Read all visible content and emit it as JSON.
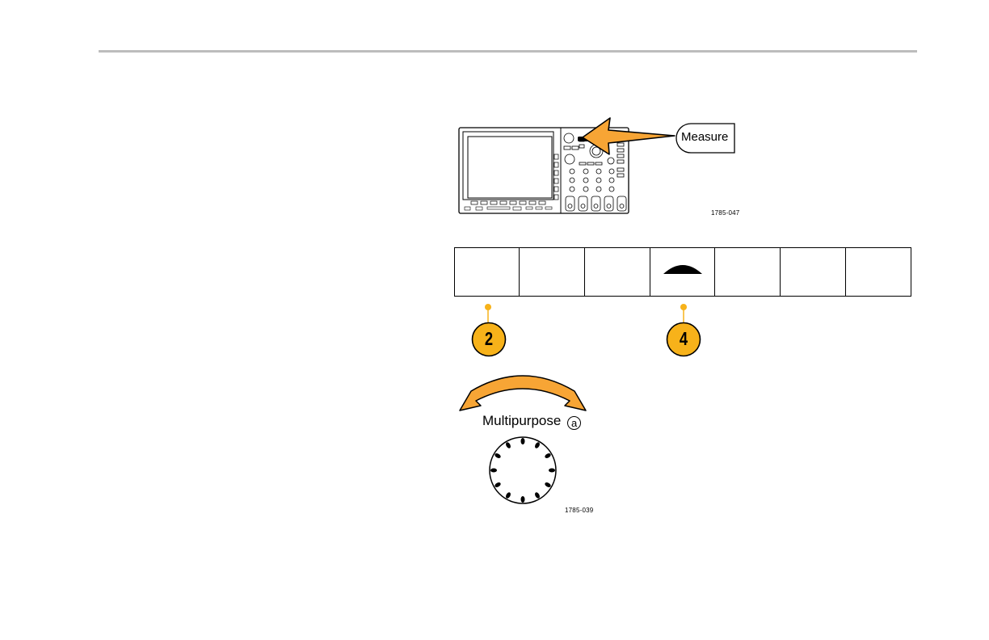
{
  "header": {
    "rule_color": "#bdbdbd"
  },
  "figure_top": {
    "button_label": "Measure",
    "figure_number": "1785-047",
    "arrow_color": "#f7a535"
  },
  "softkey_bar": {
    "keys": [
      "",
      "",
      "",
      "",
      "",
      "",
      ""
    ],
    "active_key_icon": "up-arrow-icon"
  },
  "callouts": [
    {
      "number": "2",
      "color": "#f7b21a"
    },
    {
      "number": "4",
      "color": "#f7b21a"
    }
  ],
  "figure_bottom": {
    "knob_label": "Multipurpose",
    "knob_marker": "a",
    "figure_number": "1785-039"
  }
}
